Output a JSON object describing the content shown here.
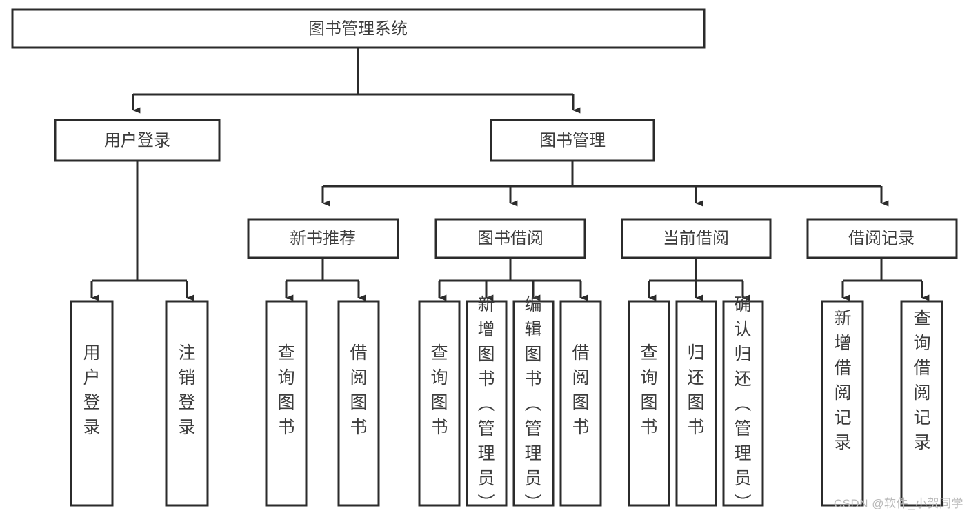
{
  "diagram": {
    "type": "tree-hierarchy-chart",
    "title": "图书管理系统",
    "colors": {
      "background": "#ffffff",
      "box_border": "#2b2b2b",
      "box_fill": "#ffffff",
      "connector": "#2b2b2b",
      "text": "#3c3c3c",
      "watermark": "#b9b9b9"
    },
    "root": {
      "label": "图书管理系统"
    },
    "level2": [
      {
        "label": "用户登录"
      },
      {
        "label": "图书管理"
      }
    ],
    "level3": [
      {
        "label": "新书推荐"
      },
      {
        "label": "图书借阅"
      },
      {
        "label": "当前借阅"
      },
      {
        "label": "借阅记录"
      }
    ],
    "leaves": {
      "user_login": [
        {
          "label": "用户登录"
        },
        {
          "label": "注销登录"
        }
      ],
      "new_book_recommend": [
        {
          "label": "查询图书"
        },
        {
          "label": "借阅图书"
        }
      ],
      "book_borrow": [
        {
          "label": "查询图书"
        },
        {
          "label": "新增图书（管理员）"
        },
        {
          "label": "编辑图书（管理员）"
        },
        {
          "label": "借阅图书"
        }
      ],
      "current_borrow": [
        {
          "label": "查询图书"
        },
        {
          "label": "归还图书"
        },
        {
          "label": "确认归还（管理员）"
        }
      ],
      "borrow_record": [
        {
          "label": "新增借阅记录"
        },
        {
          "label": "查询借阅记录"
        }
      ]
    }
  },
  "watermark": {
    "text": "CSDN @软件_小贺同学"
  }
}
